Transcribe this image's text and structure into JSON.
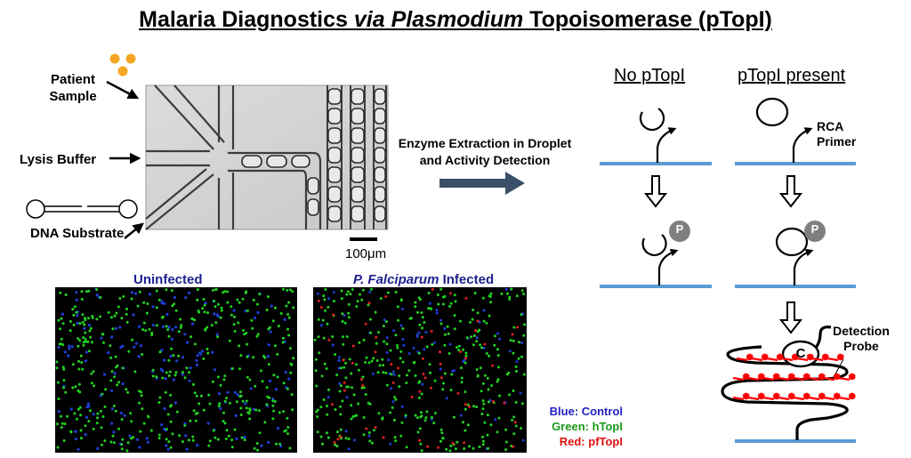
{
  "title": {
    "part1": "Malaria Diagnostics ",
    "part2": "via Plasmodium",
    "part3": " Topoisomerase (pTopI)"
  },
  "inputs": {
    "patient_sample": "Patient Sample",
    "lysis_buffer": "Lysis Buffer",
    "dna_substrate": "DNA Substrate"
  },
  "scale_bar": "100μm",
  "arrow_text": "Enzyme Extraction in Droplet and Activity Detection",
  "columns": {
    "no_ptopi": "No pTopI",
    "ptopi_present": "pTopI present"
  },
  "labels": {
    "rca_primer": "RCA Primer",
    "phosphate": "P",
    "circle": "C",
    "detection_probe": "Detection Probe"
  },
  "panels": {
    "uninfected": "Uninfected",
    "infected_italic": "P. Falciparum",
    "infected_rest": " Infected"
  },
  "legend": {
    "blue": "Blue: Control",
    "green": "Green: hTopI",
    "red": "Red: pfTopI"
  },
  "colors": {
    "substrate": "#5b9bd5",
    "arrow": "#3a5068",
    "phosphate": "#7f7f7f",
    "probe_red": "#ff0000",
    "legend_blue": "#2020c0",
    "legend_green": "#1a9a1a",
    "legend_red": "#e01010",
    "title_blue": "#1f1f8f"
  }
}
